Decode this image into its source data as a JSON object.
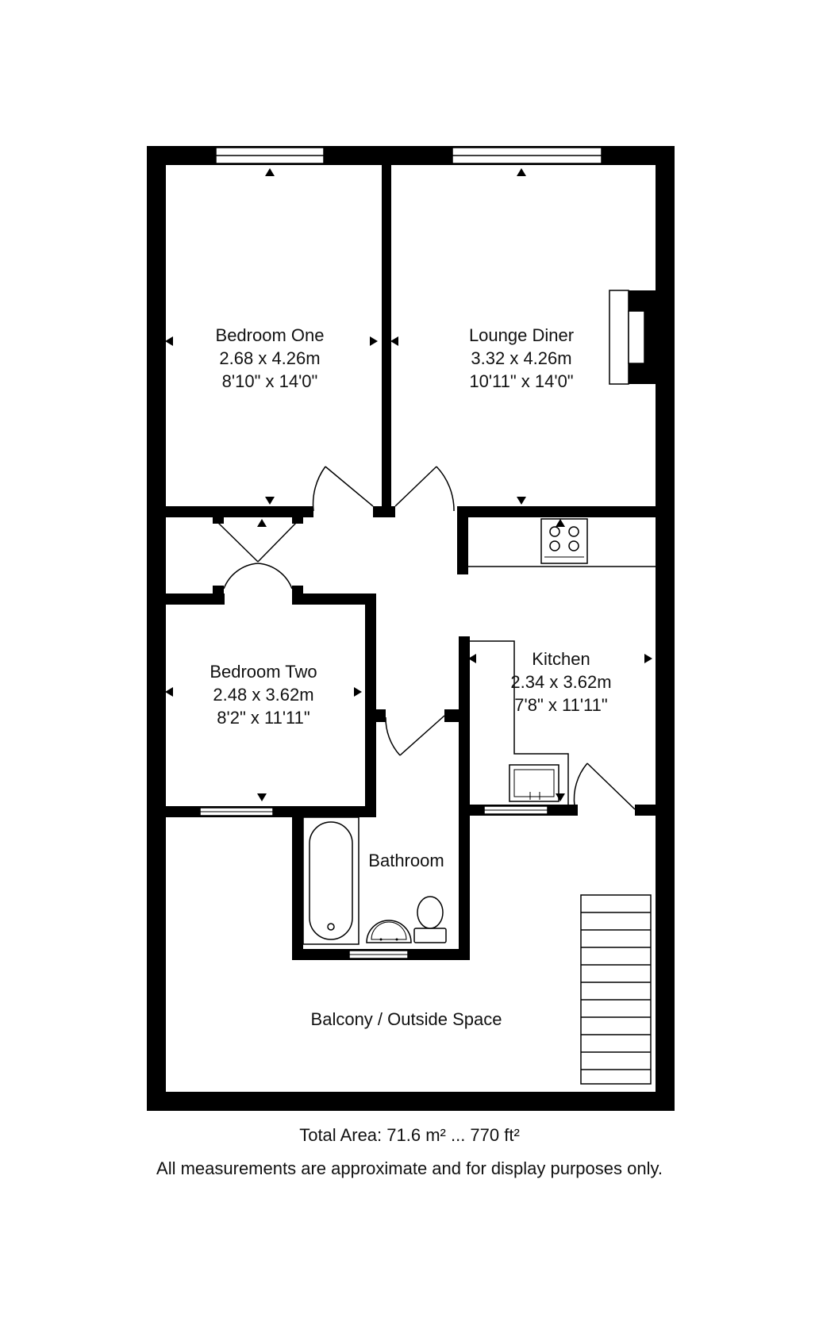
{
  "rooms": {
    "bedroom_one": {
      "name": "Bedroom One",
      "metric": "2.68 x 4.26m",
      "imperial": "8'10\" x 14'0\""
    },
    "lounge_diner": {
      "name": "Lounge Diner",
      "metric": "3.32 x 4.26m",
      "imperial": "10'11\" x 14'0\""
    },
    "bedroom_two": {
      "name": "Bedroom Two",
      "metric": "2.48 x 3.62m",
      "imperial": "8'2\" x 11'11\""
    },
    "kitchen": {
      "name": "Kitchen",
      "metric": "2.34 x 3.62m",
      "imperial": "7'8\" x 11'11\""
    },
    "bathroom": {
      "name": "Bathroom"
    },
    "balcony": {
      "name": "Balcony / Outside Space"
    }
  },
  "footer": {
    "total_area": "Total Area: 71.6 m² ... 770 ft²",
    "disclaimer": "All measurements are approximate and for display purposes only."
  },
  "colors": {
    "wall": "#000000",
    "background": "#ffffff",
    "text": "#111111"
  }
}
